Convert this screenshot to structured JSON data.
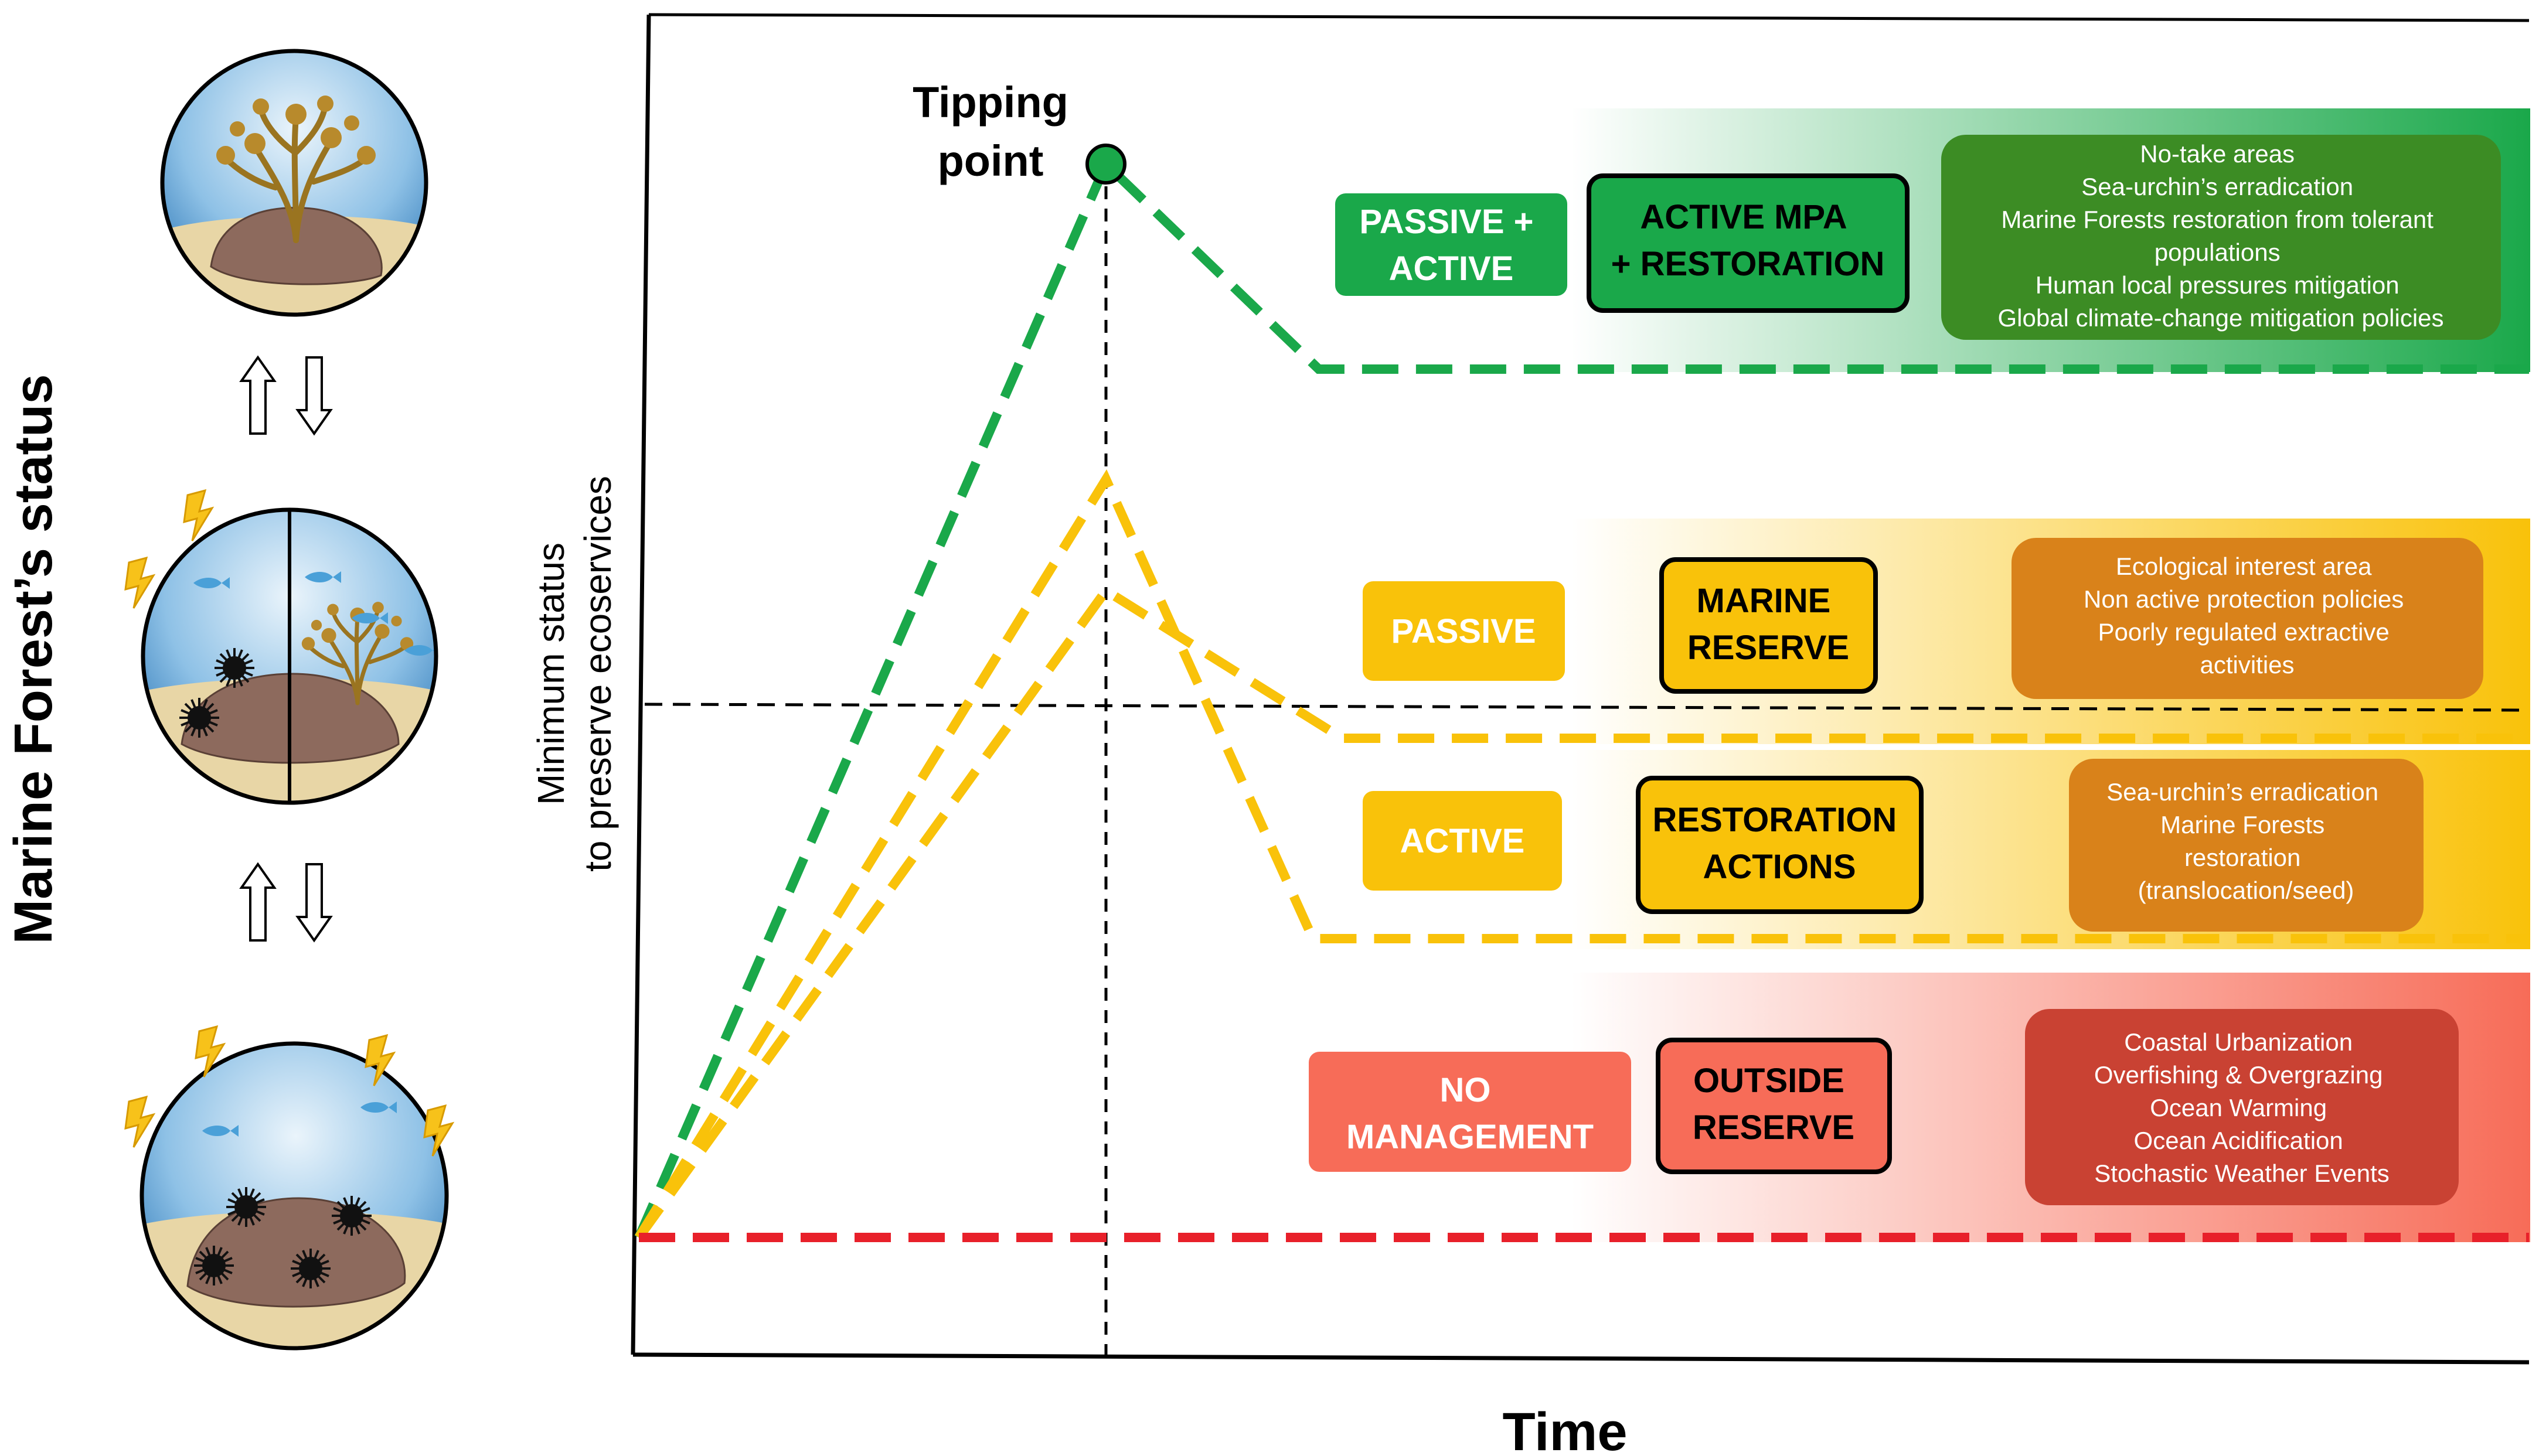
{
  "axes": {
    "y_title": "Marine Forest’s status",
    "threshold_line1": "Minimum status",
    "threshold_line2": "to preserve ecoservices",
    "x_title": "Time",
    "tipping_line1": "Tipping",
    "tipping_line2": "point"
  },
  "colors": {
    "green": "#1aa84a",
    "green_dark": "#3c8c24",
    "yellow": "#f9c20a",
    "orange_box": "#d9821a",
    "red": "#e8202a",
    "red_box": "#c94233",
    "coral": "#f76c58",
    "axis": "#000000"
  },
  "scenarios": [
    {
      "id": "green",
      "strategy_lines": [
        "PASSIVE +",
        "ACTIVE"
      ],
      "action_lines": [
        "ACTIVE MPA",
        "+ RESTORATION"
      ],
      "details": [
        "No-take areas",
        "Sea-urchin’s erradication",
        "Marine Forests restoration from tolerant",
        "populations",
        "Human local pressures mitigation",
        "Global climate-change mitigation policies"
      ]
    },
    {
      "id": "yellow-passive",
      "strategy_lines": [
        "PASSIVE"
      ],
      "action_lines": [
        "MARINE",
        "RESERVE"
      ],
      "details": [
        "Ecological interest area",
        "Non active protection policies",
        "Poorly regulated extractive",
        "activities"
      ]
    },
    {
      "id": "yellow-active",
      "strategy_lines": [
        "ACTIVE"
      ],
      "action_lines": [
        "RESTORATION",
        "ACTIONS"
      ],
      "details": [
        "Sea-urchin’s erradication",
        "Marine Forests",
        "restoration",
        "(translocation/seed)"
      ]
    },
    {
      "id": "red",
      "strategy_lines": [
        "NO",
        "MANAGEMENT"
      ],
      "action_lines": [
        "OUTSIDE",
        "RESERVE"
      ],
      "details": [
        "Coastal Urbanization",
        "Overfishing & Overgrazing",
        "Ocean Warming",
        "Ocean Acidification",
        "Stochastic Weather Events"
      ]
    }
  ],
  "icons": [
    "healthy-forest-icon",
    "mixed-forest-icon",
    "barren-forest-icon",
    "lightning-icon",
    "sea-urchin-icon",
    "fish-icon",
    "transition-arrows-icon"
  ]
}
